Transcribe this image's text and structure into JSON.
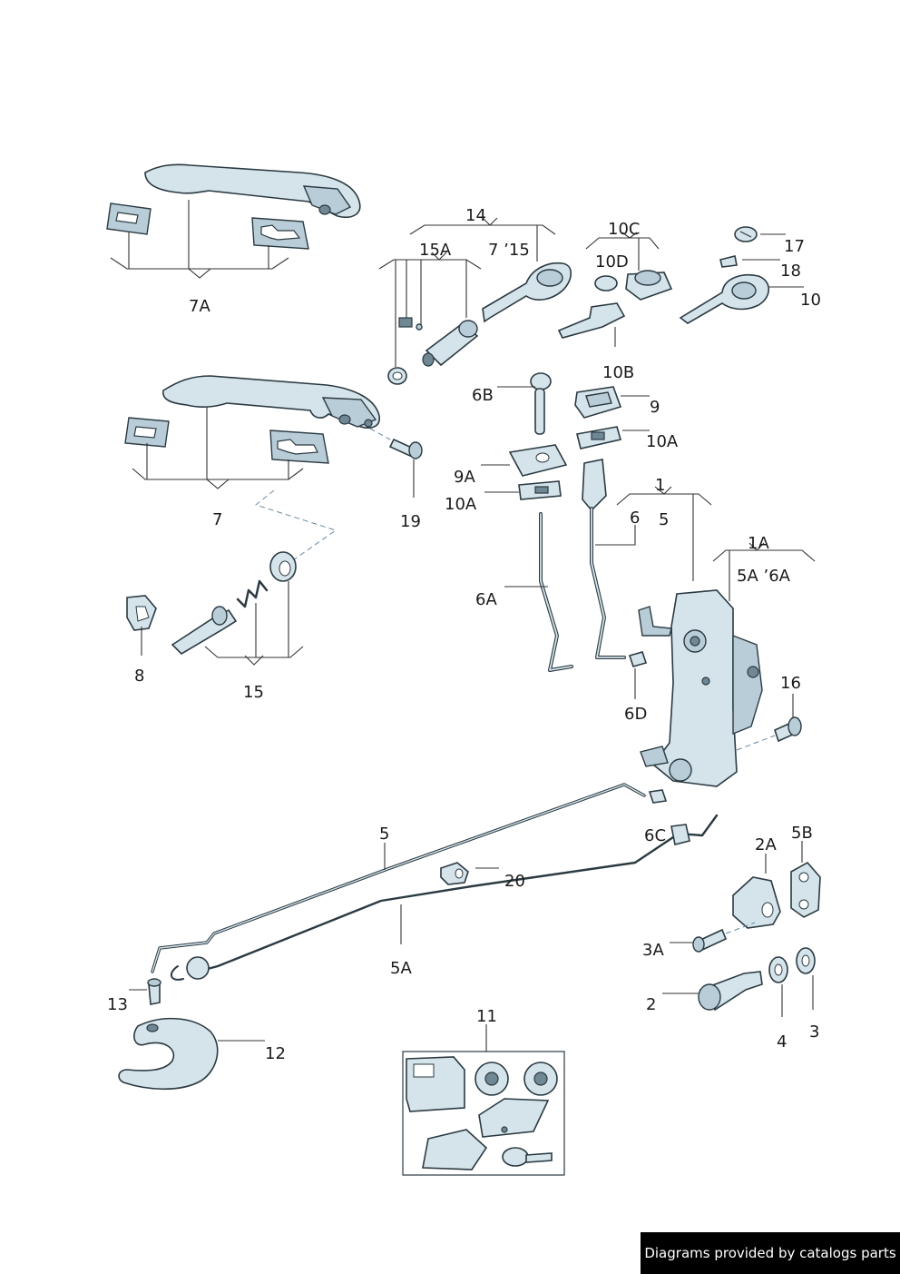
{
  "labels": {
    "l7A": "7A",
    "l14": "14",
    "l15A": "15A",
    "l7_15": "7 ’15",
    "l10C": "10C",
    "l10D": "10D",
    "l17": "17",
    "l18": "18",
    "l10": "10",
    "l10B": "10B",
    "l6B": "6B",
    "l9": "9",
    "l10A_r": "10A",
    "l9A": "9A",
    "l10A_l": "10A",
    "l19": "19",
    "l7": "7",
    "l1": "1",
    "l6": "6",
    "l5_top": "5",
    "l1A": "1A",
    "l5A6A": "5A ’6A",
    "l6A": "6A",
    "l8": "8",
    "l15": "15",
    "l6D": "6D",
    "l16": "16",
    "l5_mid": "5",
    "l6C": "6C",
    "l20": "20",
    "l2A": "2A",
    "l5B": "5B",
    "l3A": "3A",
    "l5A": "5A",
    "l13": "13",
    "l2": "2",
    "l4": "4",
    "l3": "3",
    "l12": "12",
    "l11": "11"
  },
  "footer": {
    "text": "Diagrams provided by catalogs parts"
  },
  "colors": {
    "part_fill": "#d5e3ea",
    "outline": "#2b3a42",
    "footer_bg": "#000000",
    "footer_text": "#ffffff"
  }
}
